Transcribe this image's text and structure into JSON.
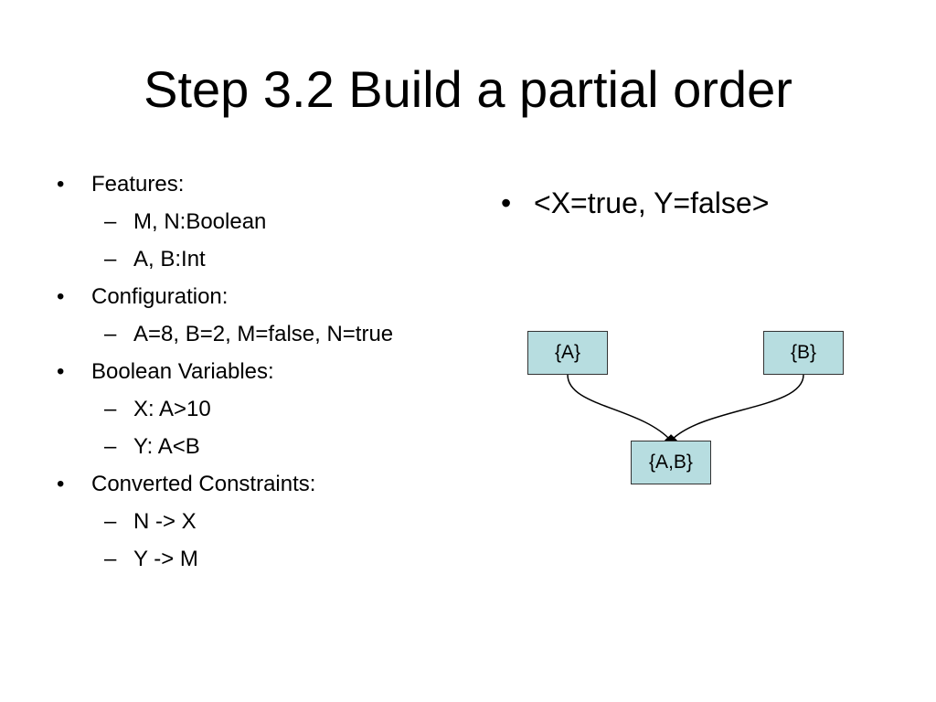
{
  "title": "Step 3.2 Build a partial order",
  "left_list": [
    {
      "level": 1,
      "marker": "•",
      "text": "Features:"
    },
    {
      "level": 2,
      "marker": "–",
      "text": "M, N:Boolean"
    },
    {
      "level": 2,
      "marker": "–",
      "text": "A, B:Int"
    },
    {
      "level": 1,
      "marker": "•",
      "text": "Configuration:"
    },
    {
      "level": 2,
      "marker": "–",
      "text": "A=8, B=2, M=false, N=true"
    },
    {
      "level": 1,
      "marker": "•",
      "text": "Boolean Variables:"
    },
    {
      "level": 2,
      "marker": "–",
      "text": "X: A>10"
    },
    {
      "level": 2,
      "marker": "–",
      "text": "Y: A<B"
    },
    {
      "level": 1,
      "marker": "•",
      "text": "Converted Constraints:"
    },
    {
      "level": 2,
      "marker": "–",
      "text": "N -> X"
    },
    {
      "level": 2,
      "marker": "–",
      "text": "Y -> M"
    }
  ],
  "right_bullet": {
    "marker": "•",
    "text": "<X=true, Y=false>"
  },
  "diagram": {
    "nodes": {
      "a": "{A}",
      "b": "{B}",
      "ab": "{A,B}"
    },
    "edges": [
      {
        "from": "{A}",
        "to": "{A,B}"
      },
      {
        "from": "{B}",
        "to": "{A,B}"
      }
    ],
    "node_fill": "#b7dde0",
    "edge_color": "#000000"
  }
}
